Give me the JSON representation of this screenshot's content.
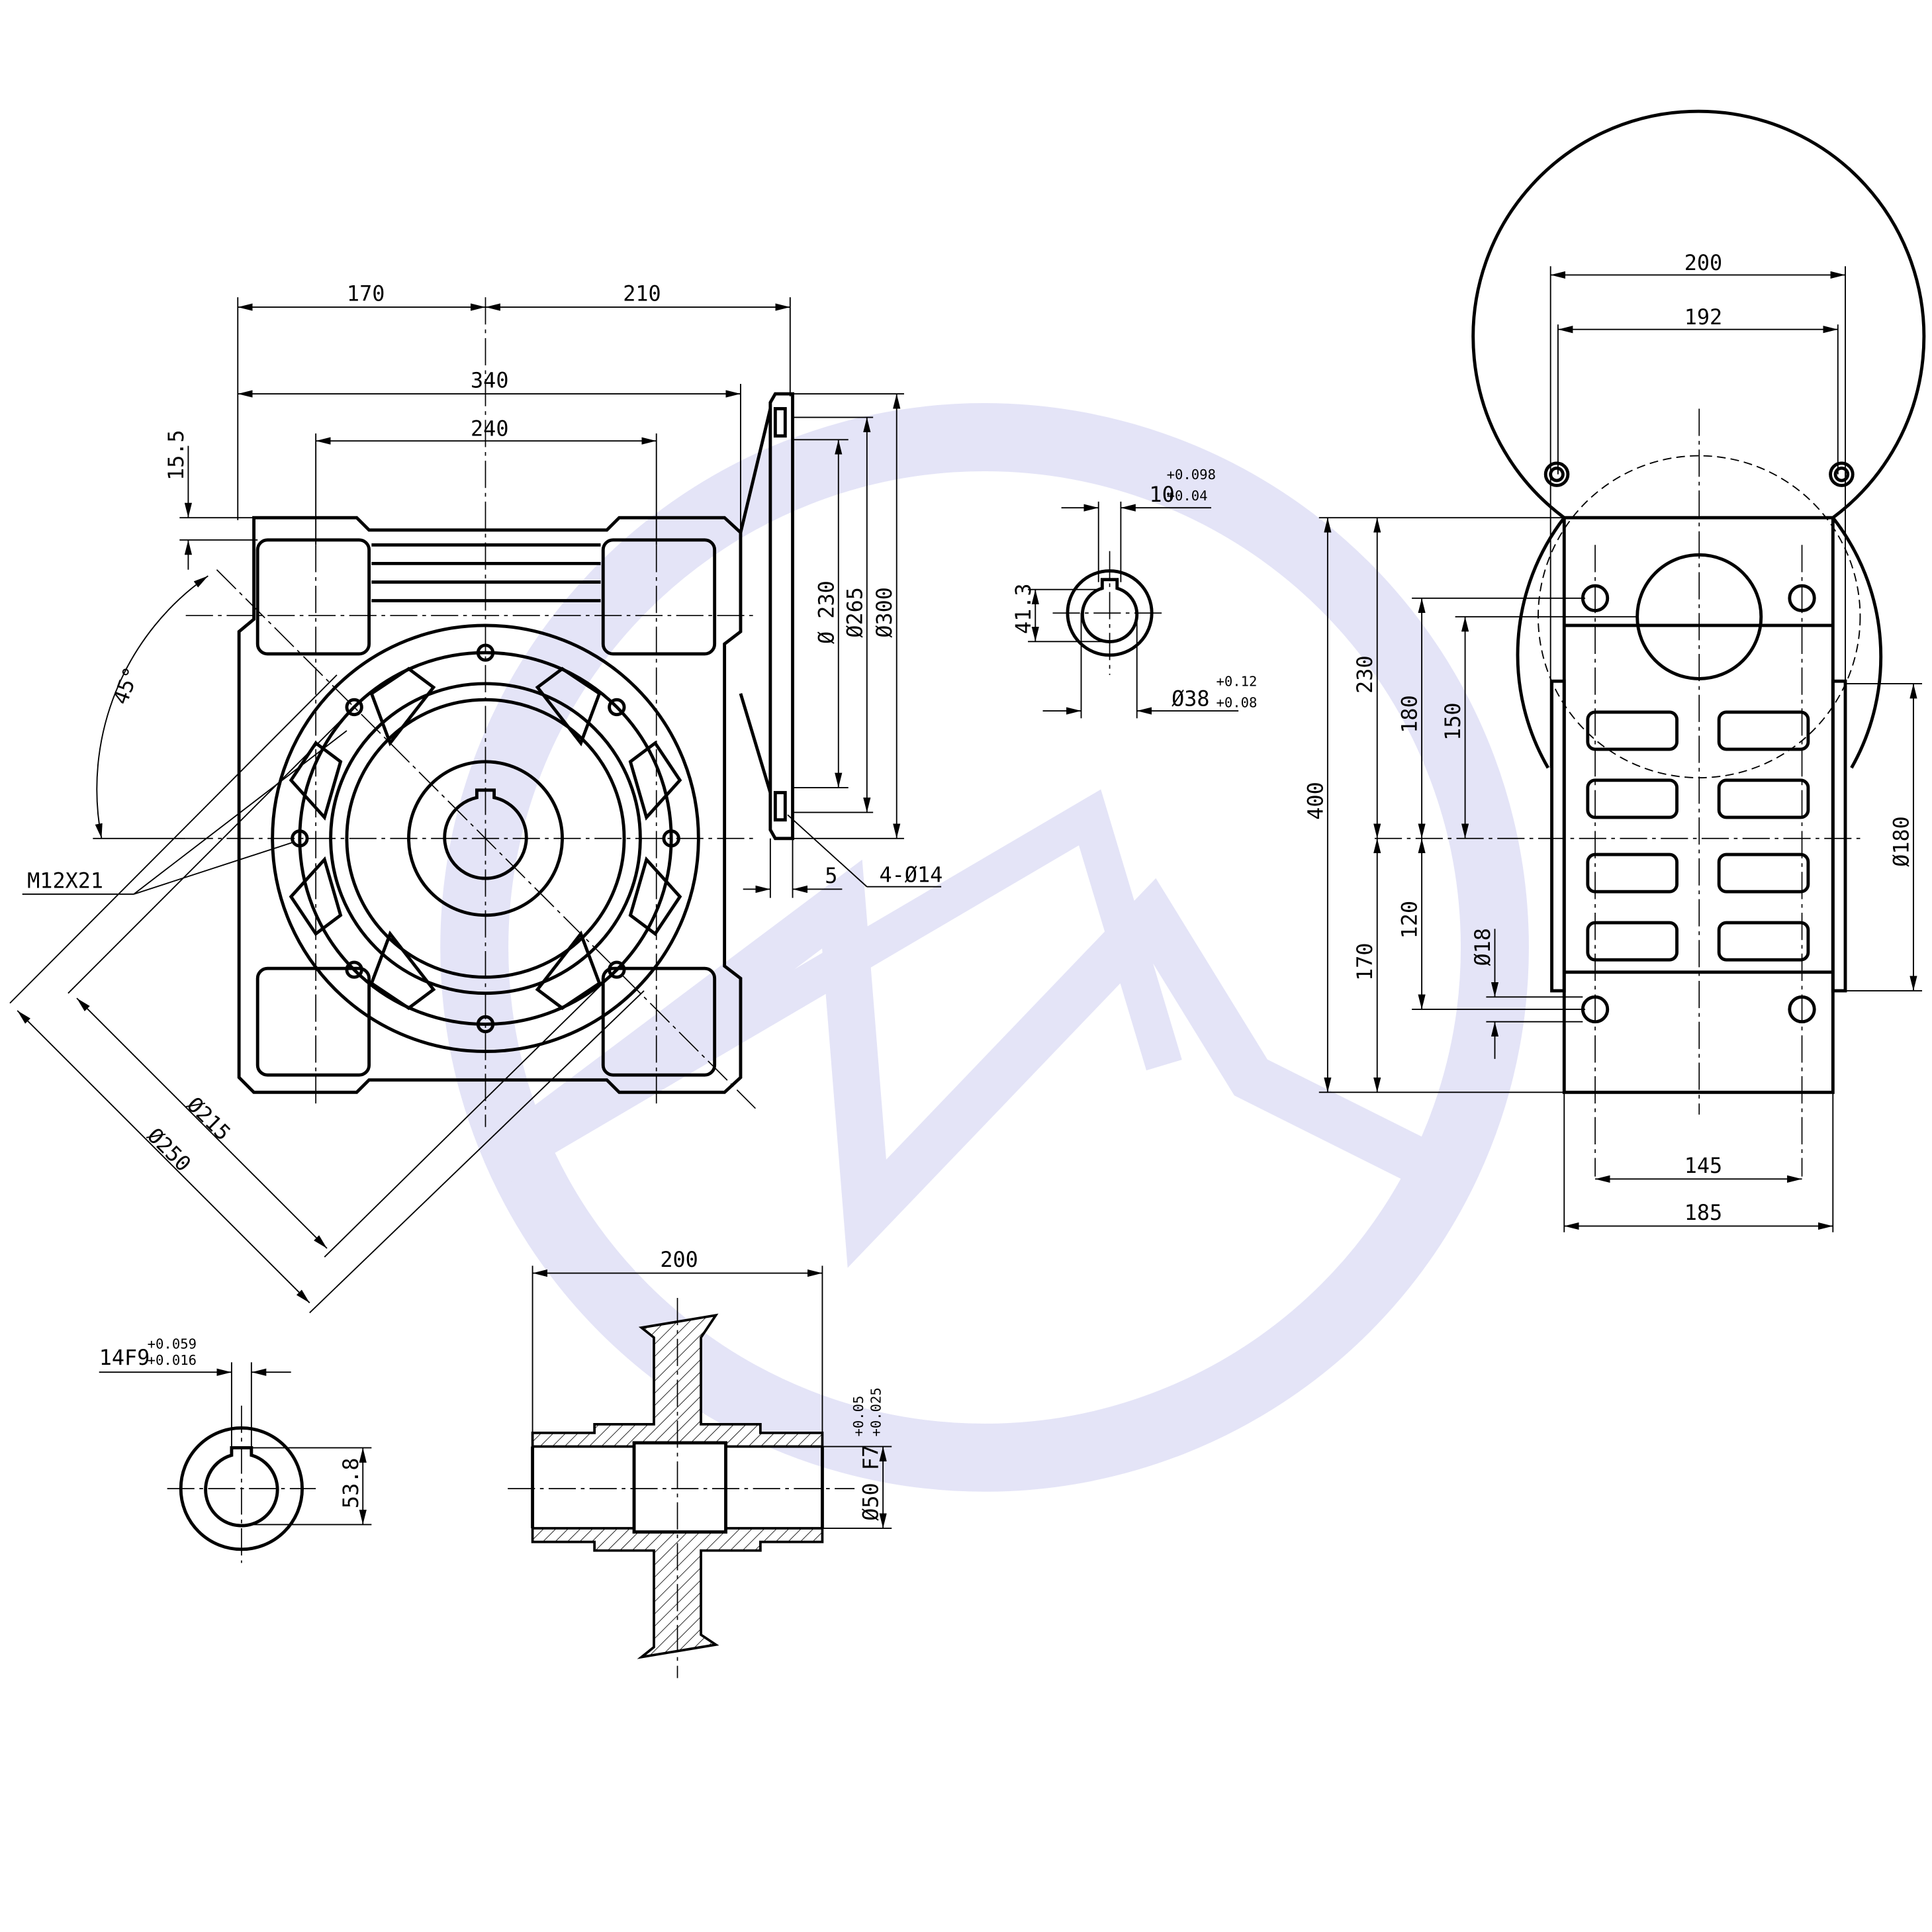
{
  "drawing": {
    "watermark_logo": "M in circle",
    "watermark_color": "#e4e4f7",
    "line_color": "#000000",
    "front_view": {
      "dims": {
        "d170": "170",
        "d210": "210",
        "d340": "340",
        "d240": "240",
        "d15_5": "15.5",
        "angle": "45°",
        "thread": "M12X21",
        "phi215": "Ø215",
        "phi250": "Ø250"
      }
    },
    "flange_view": {
      "dims": {
        "phi230": "Ø 230",
        "phi265": "Ø265",
        "phi300": "Ø300",
        "d5": "5",
        "holes": "4-Ø14"
      }
    },
    "input_key_view": {
      "dims": {
        "key_width": "10",
        "key_tol_upper": "+0.098",
        "key_tol_lower": "+0.04",
        "height": "41.3",
        "bore": "Ø38",
        "bore_tol_upper": "+0.12",
        "bore_tol_lower": "+0.08"
      }
    },
    "side_view": {
      "dims": {
        "d200": "200",
        "d192": "192",
        "d400": "400",
        "d230": "230",
        "d180": "180",
        "d150": "150",
        "d120": "120",
        "d170": "170",
        "phi18": "Ø18",
        "phi180": "Ø180",
        "d145": "145",
        "d185": "185"
      }
    },
    "output_key_view": {
      "dims": {
        "key": "14F9",
        "key_tol_upper": "+0.059",
        "key_tol_lower": "+0.016",
        "height": "53.8"
      }
    },
    "section_view": {
      "dims": {
        "d200": "200",
        "bore": "Ø50 F7",
        "bore_tol_upper": "+0.05",
        "bore_tol_lower": "+0.025"
      }
    }
  }
}
